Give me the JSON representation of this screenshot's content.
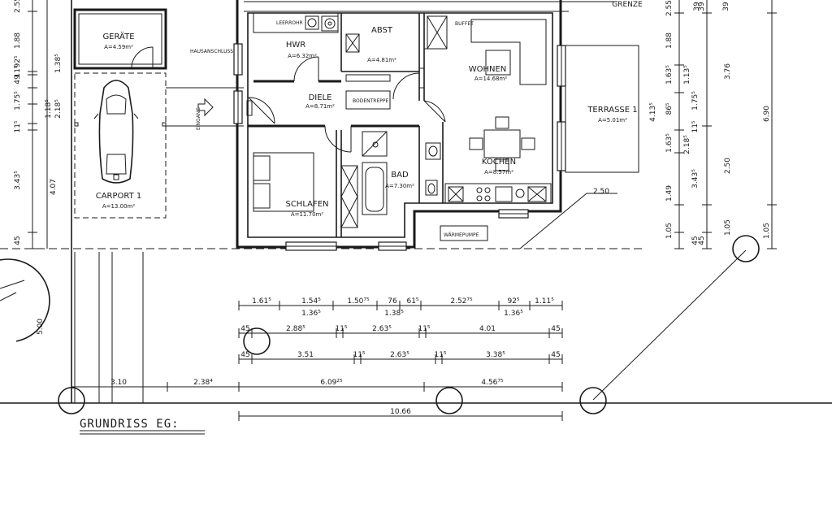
{
  "plan": {
    "title": "GRUNDRISS EG:",
    "boundary": "GRENZE",
    "entrance": "EINGANG",
    "house_connection": "HAUSANSCHLUSS",
    "empty_pipe": "LEERROHR",
    "buffet": "BUFFET",
    "attic_stairs": "BODENTREPPE",
    "heat_pump": "WÄRMEPUMPE",
    "rooms": {
      "geraete": {
        "name": "GERÄTE",
        "area": "A=4.59m²"
      },
      "carport": {
        "name": "CARPORT 1",
        "area": "A=13.00m²"
      },
      "hwr": {
        "name": "HWR",
        "area": "A=6.32m²"
      },
      "abst": {
        "name": "ABST",
        "area": "A=4.81m²"
      },
      "wohnen": {
        "name": "WOHNEN",
        "area": "A=14.68m²"
      },
      "diele": {
        "name": "DIELE",
        "area": "A=8.71m²"
      },
      "terrasse": {
        "name": "TERRASSE 1",
        "area": "A=5.01m²"
      },
      "kochen": {
        "name": "KOCHEN",
        "area": "A=8.57m²"
      },
      "schlafen": {
        "name": "SCHLAFEN",
        "area": "A=11.70m²"
      },
      "bad": {
        "name": "BAD",
        "area": "A=7.30m²"
      }
    },
    "dims": {
      "row1": [
        "1.61⁵",
        "1.54⁵",
        "1.50⁷⁵",
        "76",
        "61⁵",
        "2.52⁷⁵",
        "92⁵",
        "1.11⁵"
      ],
      "row1_sub": [
        "1.36⁵",
        "1.38⁵",
        "1.36⁵"
      ],
      "row2": [
        "45",
        "2.88⁵",
        "11⁵",
        "2.63⁵",
        "11⁵",
        "4.01",
        "45"
      ],
      "row3": [
        "45",
        "3.51",
        "11⁵",
        "2.63⁵",
        "11⁵",
        "3.38⁵",
        "45"
      ],
      "row4": [
        "3.10",
        "2.38⁴",
        "6.09²⁵",
        "4.56⁷⁵"
      ],
      "total": "10.66",
      "left_outer": [
        "2.55",
        "1.88",
        "11⁵",
        "92⁵",
        "49",
        "1.75⁵",
        "11⁵",
        "3.43⁵",
        "45"
      ],
      "left_inner": [
        "1.38⁵",
        "1.18⁵",
        "2.18⁵",
        "4.07"
      ],
      "left_side": "5.00",
      "right1": [
        "2.55",
        "1.88",
        "1.63⁵",
        "86⁵",
        "1.75⁵",
        "1.63⁵",
        "3.43⁵",
        "1.49",
        "1.05",
        "45"
      ],
      "right1_sub": [
        "1.13⁵",
        "2.18⁵",
        "11⁵"
      ],
      "right2": [
        "39",
        "3.76",
        "2.50",
        "1.05",
        "45"
      ],
      "right3": [
        "6.90",
        "1.05"
      ],
      "terrace_depth": "4.13⁵",
      "terrace_width": "2.50",
      "top_right": [
        "39",
        "39"
      ]
    }
  }
}
